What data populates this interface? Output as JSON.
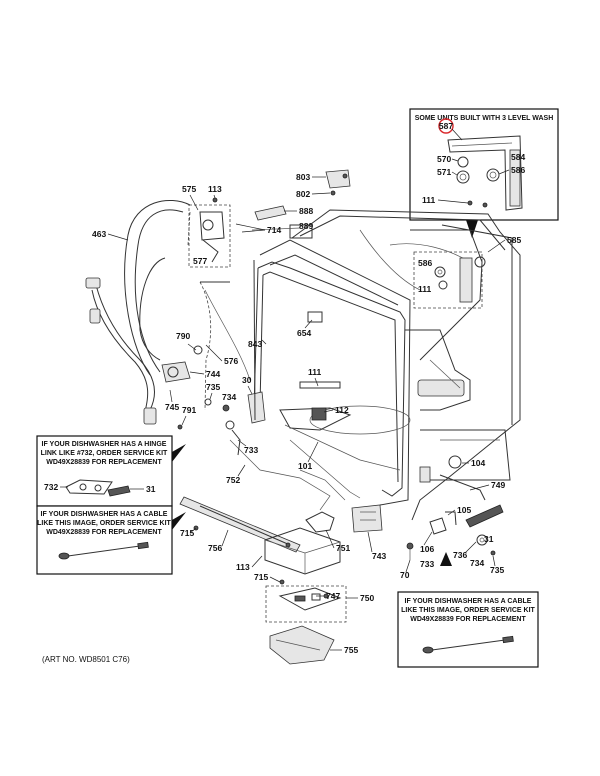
{
  "diagram": {
    "art_number": "(ART NO. WD8501 C76)",
    "notes": {
      "three_level_wash": "SOME UNITS BUILT WITH 3 LEVEL WASH",
      "hinge": [
        "IF YOUR DISHWASHER HAS A HINGE",
        "LINK LIKE #732, ORDER SERVICE KIT",
        "WD49X28839 FOR REPLACEMENT"
      ],
      "cable_left": [
        "IF YOUR DISHWASHER HAS A CABLE",
        "LIKE THIS IMAGE, ORDER SERVICE KIT",
        "WD49X28839 FOR REPLACEMENT"
      ],
      "cable_right": [
        "IF YOUR DISHWASHER HAS A CABLE",
        "LIKE THIS IMAGE, ORDER SERVICE KIT",
        "WD49X28839 FOR REPLACEMENT"
      ]
    },
    "highlight_color": "#d9262a",
    "labels": {
      "l587": "587",
      "l570": "570",
      "l571": "571",
      "l584": "584",
      "l586a": "586",
      "l111a": "111",
      "l585": "585",
      "l586b": "586",
      "l111b": "111",
      "l803": "803",
      "l802": "802",
      "l888": "888",
      "l889": "889",
      "l714": "714",
      "l575": "575",
      "l113a": "113",
      "l463": "463",
      "l577": "577",
      "l654": "654",
      "l843": "843",
      "l790": "790",
      "l576": "576",
      "l744": "744",
      "l30": "30",
      "l734a": "734",
      "l735a": "735",
      "l745": "745",
      "l791": "791",
      "l111c": "111",
      "l112": "112",
      "l733a": "733",
      "l752": "752",
      "l101": "101",
      "l104": "104",
      "l749": "749",
      "l105": "105",
      "l732": "732",
      "l31a": "31",
      "l715a": "715",
      "l756": "756",
      "l751": "751",
      "l743": "743",
      "l106": "106",
      "l733b": "733",
      "l70": "70",
      "l736": "736",
      "l734b": "734",
      "l31b": "31",
      "l735b": "735",
      "l113b": "113",
      "l715b": "715",
      "l747": "747",
      "l750": "750",
      "l755": "755"
    }
  }
}
